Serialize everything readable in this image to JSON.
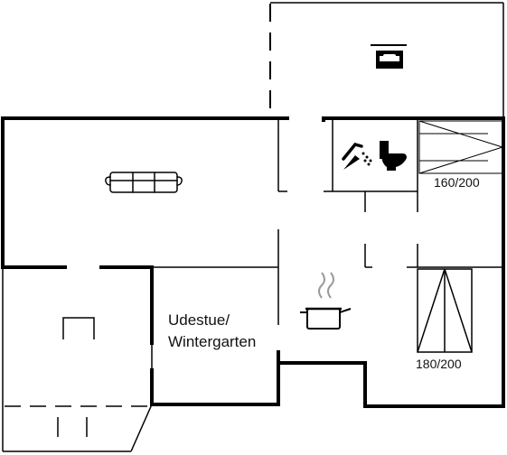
{
  "rooms": {
    "wintergarten_label_line1": "Udestue/",
    "wintergarten_label_line2": "Wintergarten"
  },
  "beds": {
    "small_bed_size": "160/200",
    "large_bed_size": "180/200"
  },
  "icons": [
    "car-icon",
    "sofa-icon",
    "shower-icon",
    "toilet-icon",
    "cooking-pot-icon",
    "table-icon"
  ]
}
